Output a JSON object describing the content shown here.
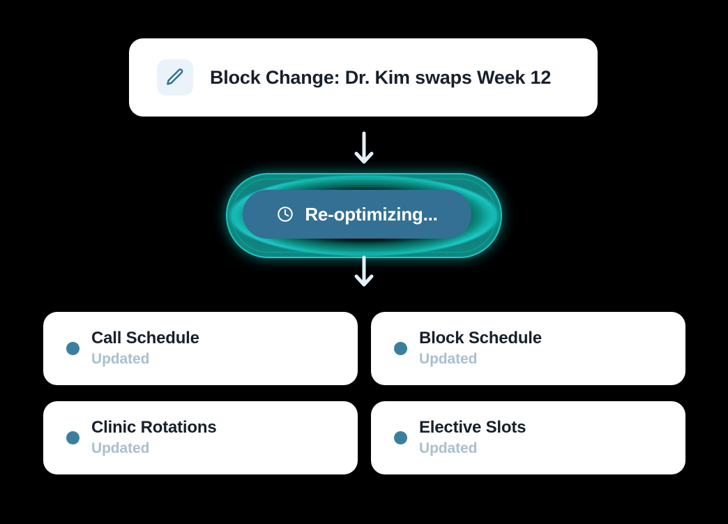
{
  "background_color": "#000000",
  "header": {
    "icon": "pencil-icon",
    "icon_color": "#337093",
    "icon_background": "#eaf3fa",
    "title": "Block Change: Dr. Kim swaps Week 12",
    "title_color": "#16202b",
    "card_background": "#ffffff"
  },
  "flow": {
    "arrow_1": "arrow-down-icon",
    "arrow_2": "arrow-down-icon",
    "arrow_color": "#e3f1f7"
  },
  "status": {
    "icon": "clock-icon",
    "label": "Re-optimizing...",
    "pill_color": "#337093",
    "glow_color": "#22e2e2",
    "glow_inner_color": "#0d9488",
    "text_color": "#ffffff"
  },
  "results": {
    "dot_color": "#3b7fa0",
    "status_color": "#a9c0cd",
    "title_color": "#16202b",
    "card_background": "#ffffff",
    "items": [
      {
        "title": "Call Schedule",
        "status": "Updated"
      },
      {
        "title": "Block Schedule",
        "status": "Updated"
      },
      {
        "title": "Clinic Rotations",
        "status": "Updated"
      },
      {
        "title": "Elective Slots",
        "status": "Updated"
      }
    ]
  }
}
